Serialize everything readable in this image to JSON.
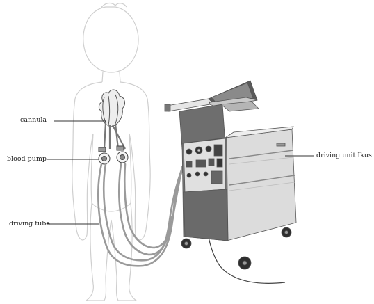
{
  "labels": {
    "cannula": "cannula",
    "blood_pump": "blood pump",
    "driving_tube": "driving tube",
    "driving_unit": "driving unit Ikus"
  },
  "colors": {
    "outline": "#cfcfcf",
    "line": "#333333",
    "device_dark": "#6e6e6e",
    "device_light": "#dcdcdc",
    "tube": "#9a9a9a"
  }
}
